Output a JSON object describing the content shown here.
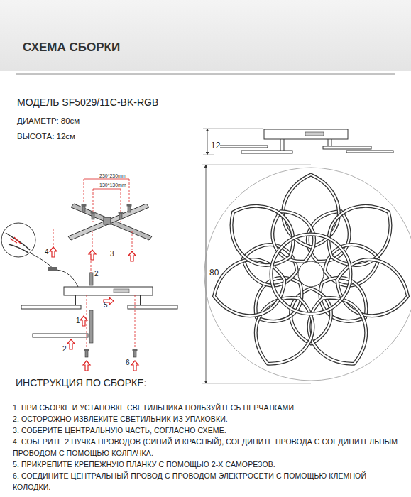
{
  "diagram": {
    "title": "СХЕМА СБОРКИ",
    "labels": [
      "МОДЕЛЬ SF5029/11C-BK-RGB",
      "ДИАМЕТР: 80см",
      "ВЫСОТА: 12см",
      "12",
      "80",
      "230*230mm",
      "130*130mm",
      "4",
      "3",
      "2",
      "5",
      "1",
      "2",
      "6",
      "ИНСТРУКЦИЯ ПО СБОРКЕ:",
      "1. ПРИ СБОРКЕ И УСТАНОВКЕ СВЕТИЛЬНИКА ПОЛЬЗУЙТЕСЬ ПЕРЧАТКАМИ.",
      "2. ОСТОРОЖНО ИЗВЛЕКИТЕ СВЕТИЛЬНИК ИЗ УПАКОВКИ.",
      "3. СОБЕРИТЕ ЦЕНТРАЛЬНУЮ ЧАСТЬ, СОГЛАСНО СХЕМЕ.",
      "4. СОБЕРИТЕ 2 ПУЧКА ПРОВОДОВ (СИНИЙ И КРАСНЫЙ), СОЕДИНИТЕ ПРОВОДА С СОЕДИНИТЕЛЬНЫМ ПРОВОДОМ С ПОМОЩЬЮ КОЛПАЧКА.",
      "5. ПРИКРЕПИТЕ КРЕПЕЖНУЮ ПЛАНКУ С ПОМОЩЬЮ 2-Х САМОРЕЗОВ.",
      "6. СОЕДИНИТЕ ЦЕНТРАЛЬНЫЙ ПРОВОД С ПРОВОДОМ ЭЛЕКТРОСЕТИ С ПОМОЩЬЮ КЛЕМНОЙ КОЛОДКИ."
    ]
  }
}
